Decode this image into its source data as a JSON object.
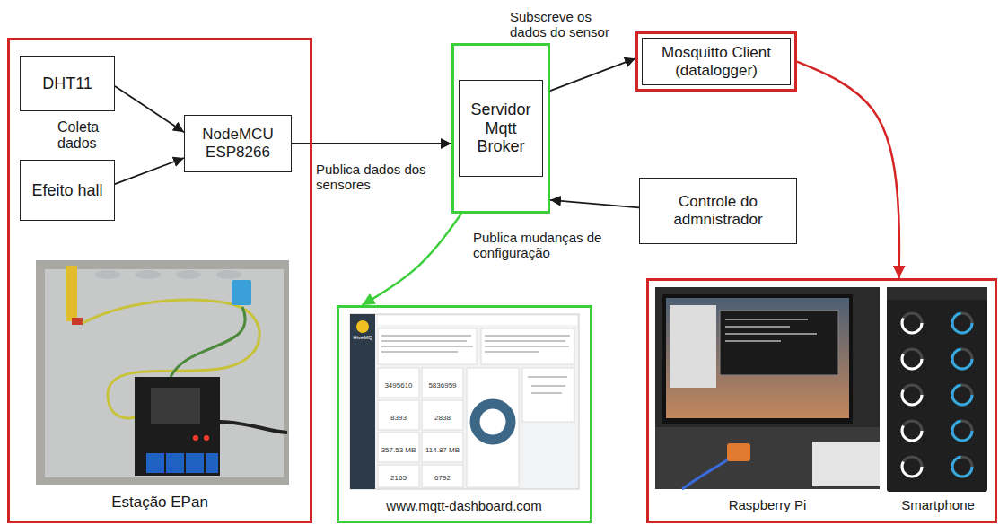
{
  "diagram": {
    "nodes": [
      {
        "text": [
          "Estação EPan"
        ]
      },
      {
        "text": [
          "DHT11"
        ],
        "in": 0
      },
      {
        "text": [
          "Efeito hall"
        ],
        "in": 0
      },
      {
        "text": [
          "NodeMCU ESP8266"
        ],
        "in": 0
      },
      {
        "text": [
          "Servidor Mqtt Broker"
        ]
      },
      {
        "text": [
          "Mosquitto Client (datalogger)"
        ]
      },
      {
        "text": [
          "Controle do admnistrador"
        ]
      },
      {
        "text": [
          "www.mqtt-dashboard.com"
        ]
      },
      {
        "text": [
          "Raspberry Pi",
          "Smartphone"
        ]
      }
    ],
    "edges": [
      {
        "from": 1,
        "to": 3,
        "arrow": "to"
      },
      {
        "from": 2,
        "to": 3,
        "arrow": "to"
      },
      {
        "from": 3,
        "to": 4,
        "label": "Publica dados dos sensores",
        "arrow": "to"
      },
      {
        "from": 4,
        "to": 5,
        "label": "Subscreve os dados do sensor",
        "arrow": "to"
      },
      {
        "from": 6,
        "to": 4,
        "label": "Publica mudanças de configuração",
        "arrow": "to"
      },
      {
        "from": 4,
        "to": 7,
        "arrow": "to"
      },
      {
        "from": 5,
        "to": 8,
        "arrow": "to"
      }
    ],
    "labels": [
      "Coleta dados",
      "HiveMQ",
      "3495610",
      "5836959",
      "8393",
      "2838",
      "357.53 MB",
      "114.87 MB",
      "2165",
      "6792"
    ]
  }
}
